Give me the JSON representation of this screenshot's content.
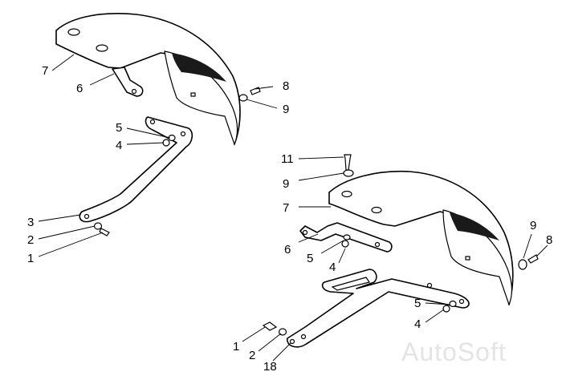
{
  "diagram": {
    "left_assembly_labels": {
      "l7": "7",
      "l6": "6",
      "l8": "8",
      "l9": "9",
      "l5": "5",
      "l4": "4",
      "l3": "3",
      "l2": "2",
      "l1": "1"
    },
    "right_assembly_labels": {
      "l11": "11",
      "l9a": "9",
      "l7": "7",
      "l6": "6",
      "l5a": "5",
      "l4a": "4",
      "l9b": "9",
      "l8": "8",
      "l5b": "5",
      "l4b": "4",
      "l1": "1",
      "l2": "2",
      "l18": "18"
    },
    "watermark": "AutoSoft"
  }
}
